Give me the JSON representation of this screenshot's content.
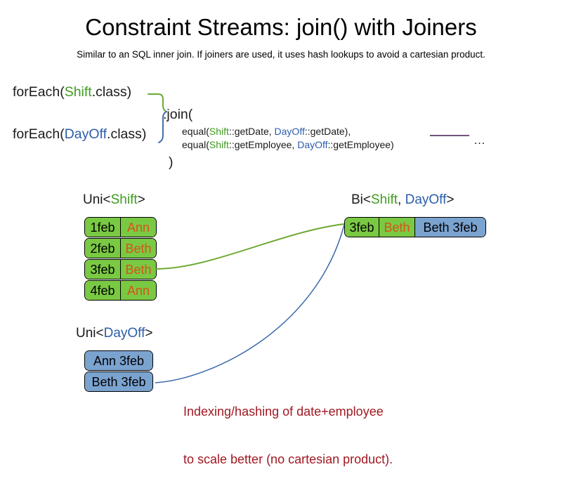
{
  "header": {
    "title": "Constraint Streams: join() with Joiners",
    "subtitle": "Similar to an SQL inner join. If joiners are used, it uses hash lookups to avoid a cartesian product."
  },
  "code": {
    "foreach_shift": {
      "prefix": "forEach(",
      "type": "Shift",
      "suffix": ".class)"
    },
    "foreach_dayoff": {
      "prefix": "forEach(",
      "type": "DayOff",
      "suffix": ".class)"
    },
    "join_open": ".join(",
    "join_close": ")",
    "joiners": [
      {
        "prefix": "equal(",
        "left_type": "Shift",
        "left_method": "::getDate, ",
        "right_type": "DayOff",
        "right_method": "::getDate),"
      },
      {
        "prefix": "equal(",
        "left_type": "Shift",
        "left_method": "::getEmployee, ",
        "right_type": "DayOff",
        "right_method": "::getEmployee)"
      }
    ],
    "ellipsis": "…"
  },
  "streams": {
    "uni_shift": {
      "header": {
        "prefix": "Uni<",
        "type": "Shift",
        "suffix": ">"
      },
      "rows": [
        {
          "date": "1feb",
          "employee": "Ann"
        },
        {
          "date": "2feb",
          "employee": "Beth"
        },
        {
          "date": "3feb",
          "employee": "Beth"
        },
        {
          "date": "4feb",
          "employee": "Ann"
        }
      ]
    },
    "uni_dayoff": {
      "header": {
        "prefix": "Uni<",
        "type": "DayOff",
        "suffix": ">"
      },
      "rows": [
        {
          "value": "Ann 3feb"
        },
        {
          "value": "Beth 3feb"
        }
      ]
    },
    "bi_joined": {
      "header": {
        "prefix": "Bi<",
        "left_type": "Shift",
        "separator": ", ",
        "right_type": "DayOff",
        "suffix": ">"
      },
      "rows": [
        {
          "date": "3feb",
          "employee": "Beth",
          "dayoff": "Beth 3feb"
        }
      ]
    }
  },
  "annotation": {
    "line1": "Indexing/hashing of date+employee",
    "line2": "to scale better (no cartesian product)."
  },
  "colors": {
    "shift_green": "#7ac943",
    "dayoff_blue": "#7ba3d0",
    "shift_text_green": "#3f9b1f",
    "dayoff_text_blue": "#2b5eab",
    "employee_orange": "#d6531c",
    "annotation_red": "#a01822",
    "connector_green": "#6aa72e",
    "connector_blue": "#3b6aa8",
    "brace_purple": "#5b3a6e"
  }
}
